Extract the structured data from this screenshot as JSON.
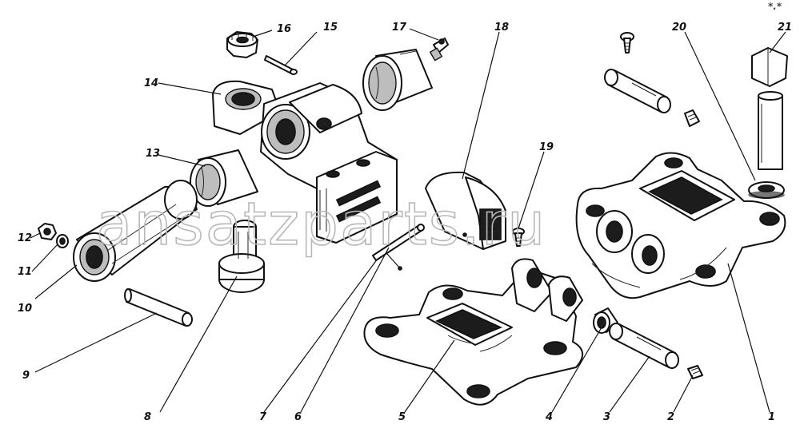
{
  "watermark": "ansatzparts.ru",
  "corner_mark": "*.*",
  "labels": {
    "p1": "1",
    "p2": "2",
    "p3": "3",
    "p4": "4",
    "p5": "5",
    "p6": "6",
    "p7": "7",
    "p8": "8",
    "p9": "9",
    "p10": "10",
    "p11": "11",
    "p12": "12",
    "p13": "13",
    "p14": "14",
    "p15": "15",
    "p16": "16",
    "p17": "17",
    "p18": "18",
    "p19": "19",
    "p20": "20",
    "p21": "21"
  }
}
